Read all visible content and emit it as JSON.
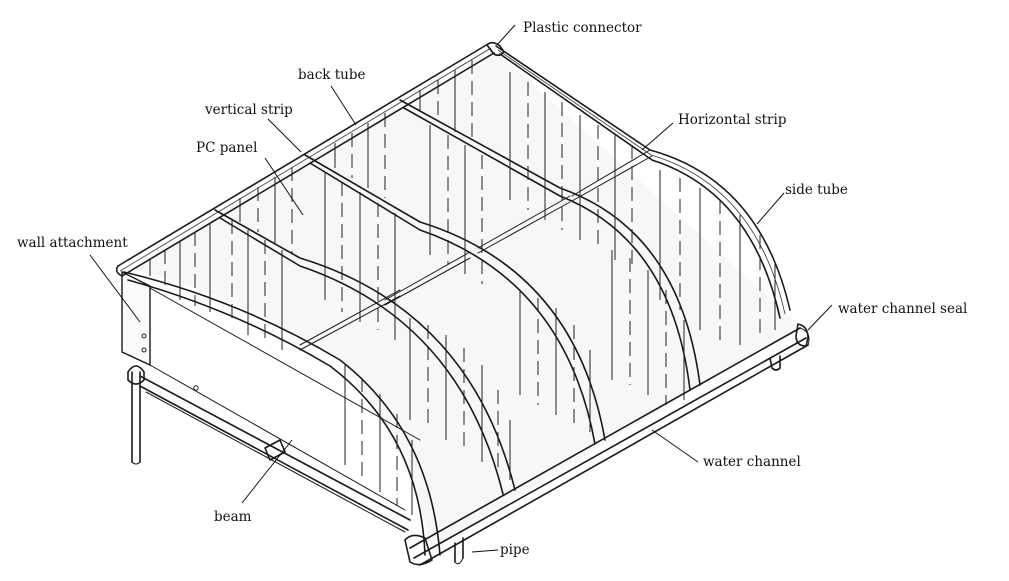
{
  "labels": {
    "plastic_connector": "Plastic connector",
    "back_tube": "back tube",
    "vertical_strip": "vertical strip",
    "pc_panel": "PC panel",
    "wall_attachment": "wall attachment",
    "horizontal_strip": "Horizontal strip",
    "side_tube": "side tube",
    "water_channel_seal": "water channel seal",
    "water_channel": "water channel",
    "beam": "beam",
    "pipe": "pipe"
  }
}
